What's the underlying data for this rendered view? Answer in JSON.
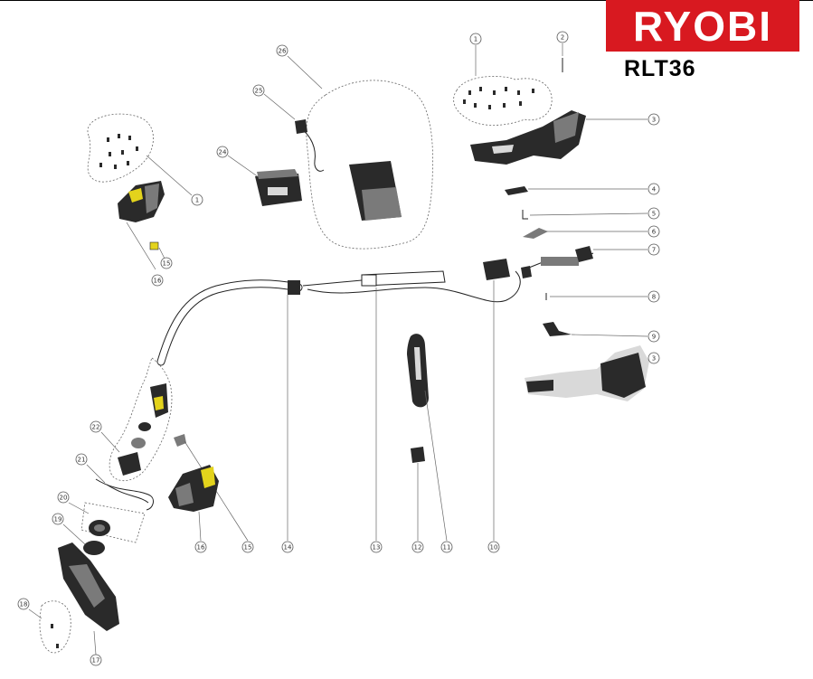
{
  "brand": {
    "name": "RYOBI",
    "color": "#d81920"
  },
  "model": "RLT36",
  "callouts": [
    {
      "id": "c1a",
      "label": "1"
    },
    {
      "id": "c1b",
      "label": "1"
    },
    {
      "id": "c2",
      "label": "2"
    },
    {
      "id": "c3a",
      "label": "3"
    },
    {
      "id": "c3b",
      "label": "3"
    },
    {
      "id": "c4",
      "label": "4"
    },
    {
      "id": "c5",
      "label": "5"
    },
    {
      "id": "c6",
      "label": "6"
    },
    {
      "id": "c7",
      "label": "7"
    },
    {
      "id": "c8",
      "label": "8"
    },
    {
      "id": "c9",
      "label": "9"
    },
    {
      "id": "c10",
      "label": "10"
    },
    {
      "id": "c11",
      "label": "11"
    },
    {
      "id": "c12",
      "label": "12"
    },
    {
      "id": "c13",
      "label": "13"
    },
    {
      "id": "c14",
      "label": "14"
    },
    {
      "id": "c15a",
      "label": "15"
    },
    {
      "id": "c15b",
      "label": "15"
    },
    {
      "id": "c16a",
      "label": "16"
    },
    {
      "id": "c16b",
      "label": "16"
    },
    {
      "id": "c17",
      "label": "17"
    },
    {
      "id": "c18",
      "label": "18"
    },
    {
      "id": "c19",
      "label": "19"
    },
    {
      "id": "c20",
      "label": "20"
    },
    {
      "id": "c21",
      "label": "21"
    },
    {
      "id": "c22",
      "label": "22"
    },
    {
      "id": "c24",
      "label": "24"
    },
    {
      "id": "c25",
      "label": "25"
    },
    {
      "id": "c26",
      "label": "26"
    }
  ]
}
